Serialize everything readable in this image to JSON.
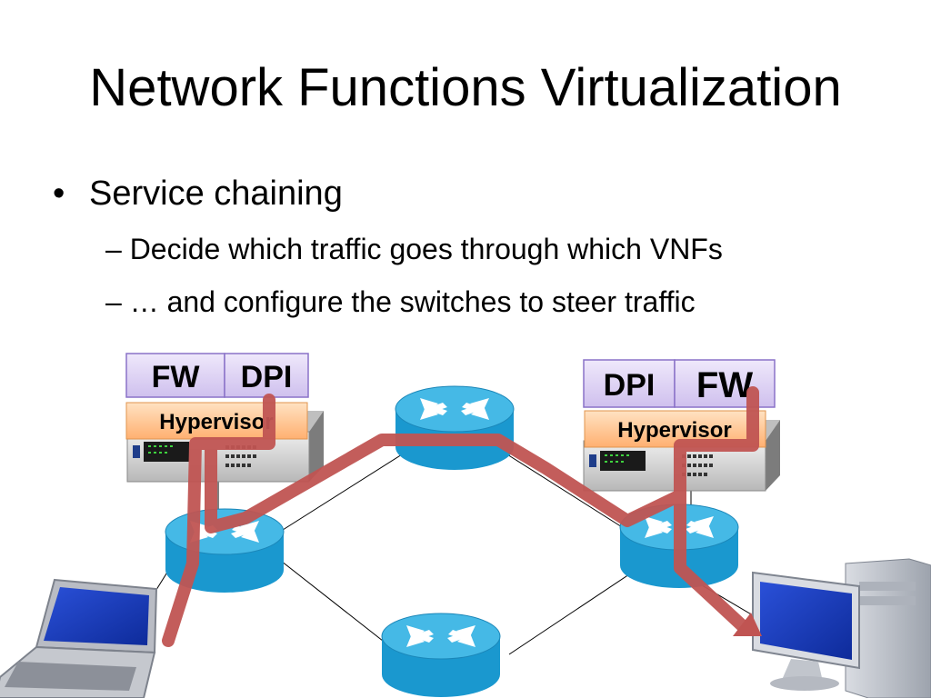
{
  "slide": {
    "title": "Network Functions Virtualization",
    "bullet": "Service chaining",
    "bullet_marker": "•",
    "sub_bullets": [
      "– Decide which traffic goes through which VNFs",
      "– … and configure the switches to steer traffic"
    ]
  },
  "diagram": {
    "left_server": {
      "vnfs": [
        "FW",
        "DPI"
      ],
      "hypervisor": "Hypervisor"
    },
    "right_server": {
      "vnfs": [
        "DPI",
        "FW"
      ],
      "hypervisor": "Hypervisor"
    },
    "colors": {
      "vnf_box": "#ddd0f2",
      "vnf_border": "#8a72c8",
      "hypervisor": "#ffc48a",
      "router": "#1da2d8",
      "router_top": "#4fbde8",
      "path": "#c05452",
      "link": "#000000"
    },
    "icons": [
      "router-icon",
      "laptop-icon",
      "desktop-icon",
      "server-icon"
    ]
  }
}
